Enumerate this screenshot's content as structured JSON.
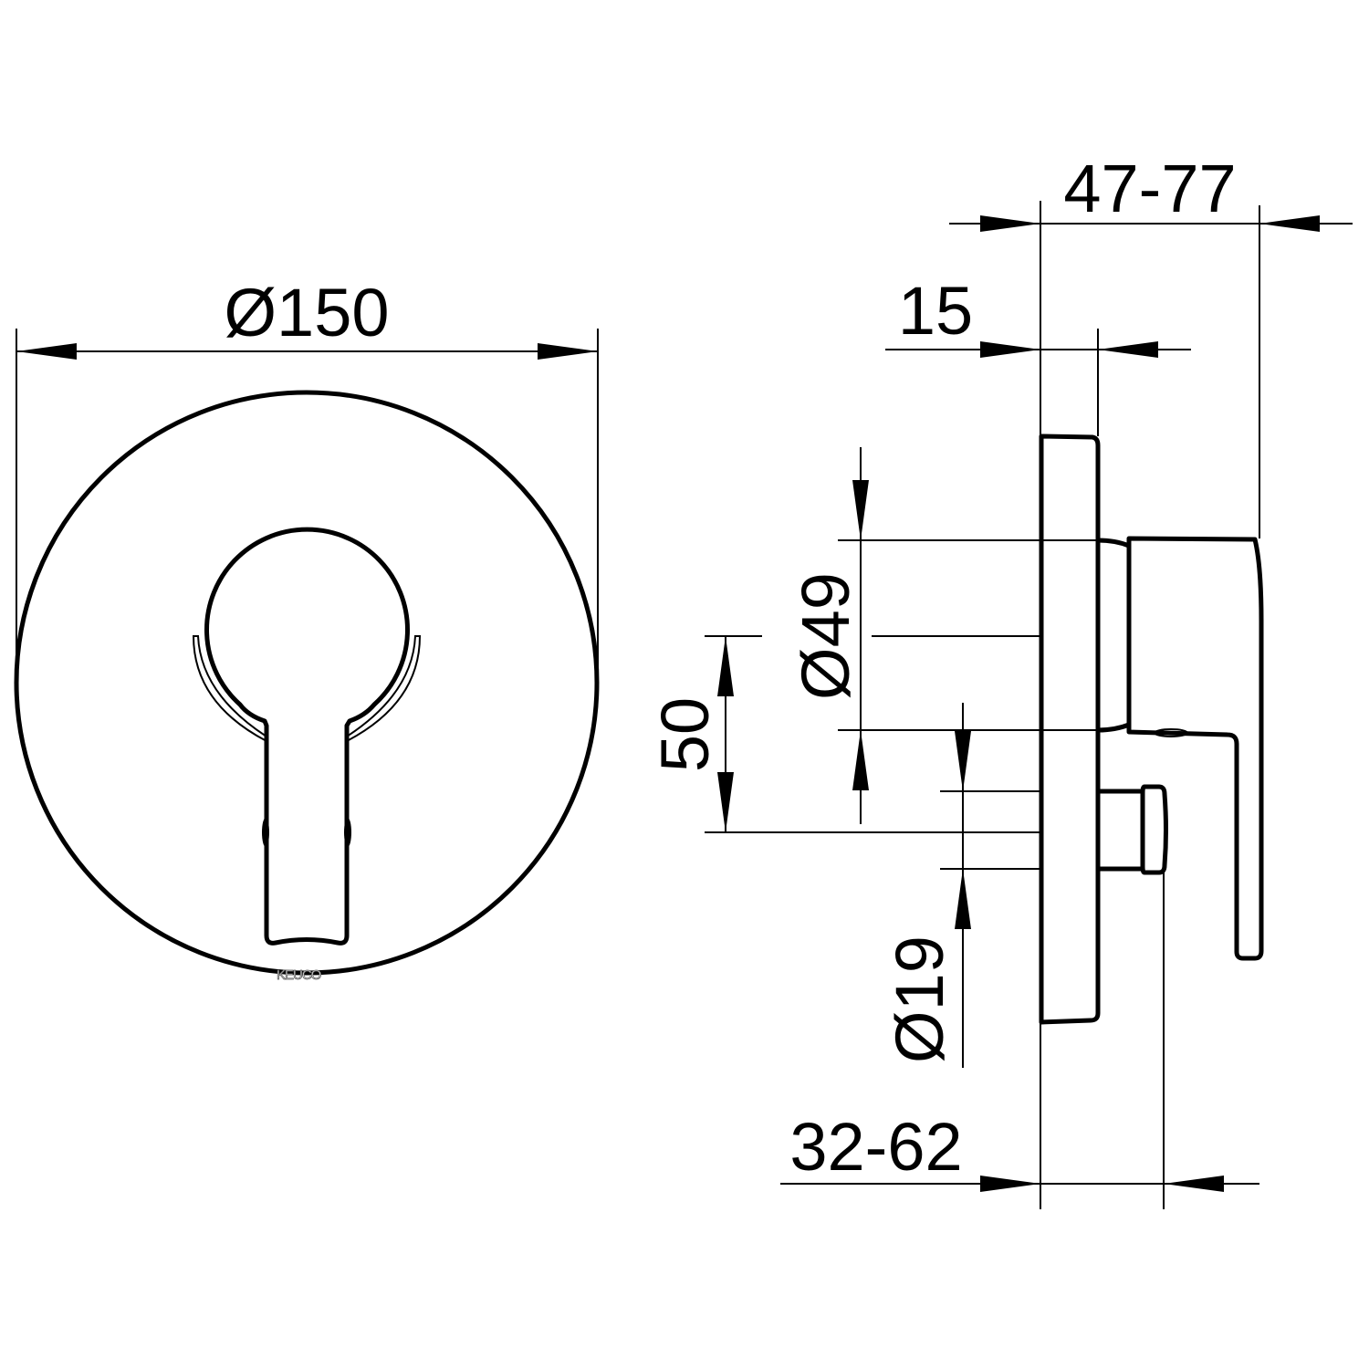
{
  "drawing": {
    "front_view": {
      "diameter_label": "Ø150",
      "brand_logo": "KEUCO"
    },
    "side_view": {
      "depth_total_label": "47-77",
      "plate_thickness_label": "15",
      "handle_diameter_label": "Ø49",
      "axis_spacing_label": "50",
      "diverter_diameter_label": "Ø19",
      "diverter_depth_label": "32-62"
    }
  }
}
